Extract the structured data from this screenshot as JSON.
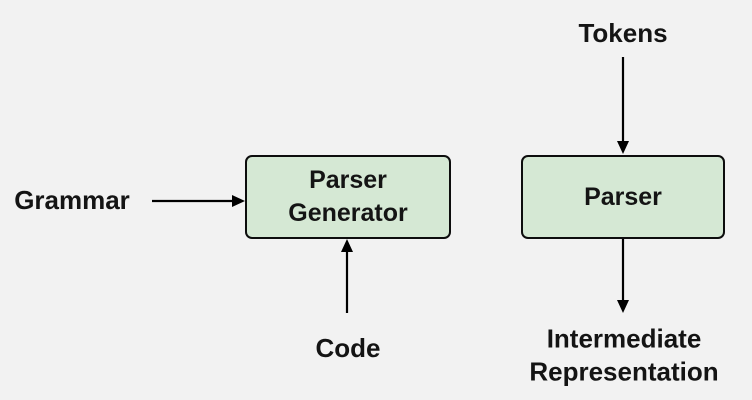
{
  "diagram": {
    "title": "Parser generator flow diagram",
    "colors": {
      "background": "#f2f2f2",
      "node_fill": "#d5e8d4",
      "node_border": "#0d0d0d",
      "text": "#141414",
      "arrow": "#000000"
    },
    "nodes": {
      "parser_generator": {
        "label": "Parser Generator"
      },
      "parser": {
        "label": "Parser"
      }
    },
    "labels": {
      "grammar": "Grammar",
      "code": "Code",
      "tokens": "Tokens",
      "intermediate_representation": "Intermediate Representation"
    },
    "arrows": [
      {
        "name": "grammar-to-parser-generator",
        "from": "Grammar",
        "to": "Parser Generator",
        "direction": "right"
      },
      {
        "name": "code-to-parser-generator",
        "from": "Code",
        "to": "Parser Generator",
        "direction": "up"
      },
      {
        "name": "tokens-to-parser",
        "from": "Tokens",
        "to": "Parser",
        "direction": "down"
      },
      {
        "name": "parser-to-intermediate-representation",
        "from": "Parser",
        "to": "Intermediate Representation",
        "direction": "down"
      }
    ]
  }
}
